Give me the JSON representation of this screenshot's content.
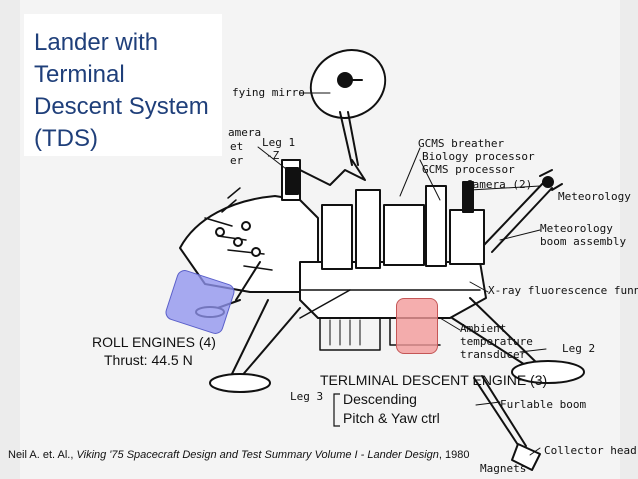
{
  "title": {
    "lines": [
      "Lander with",
      "Terminal",
      "Descent System",
      "(TDS)"
    ],
    "color": "#1f3f7a"
  },
  "drawing_labels": {
    "fying_mirror": "fying mirro",
    "camera": "amera",
    "et": "et",
    "er": "er",
    "leg1": "Leg 1",
    "leg1_sub": "-Z",
    "gcms_breather": "GCMS breather",
    "bio_processor": "Biology processor",
    "gcms_processor": "GCMS processor",
    "camera2": "Camera (2)",
    "meteorology_s": "Meteorology s",
    "meteorology": "Meteorology",
    "boom_assembly": "boom assembly",
    "xray": "X-ray fluorescence funnel",
    "ambient": "Ambient",
    "temperature": "temperature",
    "transducer": "transducer",
    "leg2": "Leg 2",
    "leg3": "Leg 3",
    "furlable_boom": "Furlable boom",
    "collector_head": "Collector head",
    "magnets": "Magnets"
  },
  "callouts": {
    "roll_title": "ROLL ENGINES (4)",
    "roll_thrust": "Thrust: 44.5 N",
    "terminal_title": "TERLMINAL DESCENT ENGINE (3)",
    "terminal_item1": "Descending",
    "terminal_item2": "Pitch & Yaw ctrl"
  },
  "citation": {
    "authors": "Neil A. et. Al., ",
    "work": "Viking '75 Spacecraft Design and Test Summary Volume I - Lander Design",
    "year": ", 1980"
  },
  "colors": {
    "roll_highlight": "#8f93ee",
    "terminal_highlight": "#f29a9a",
    "ink": "#111111"
  }
}
